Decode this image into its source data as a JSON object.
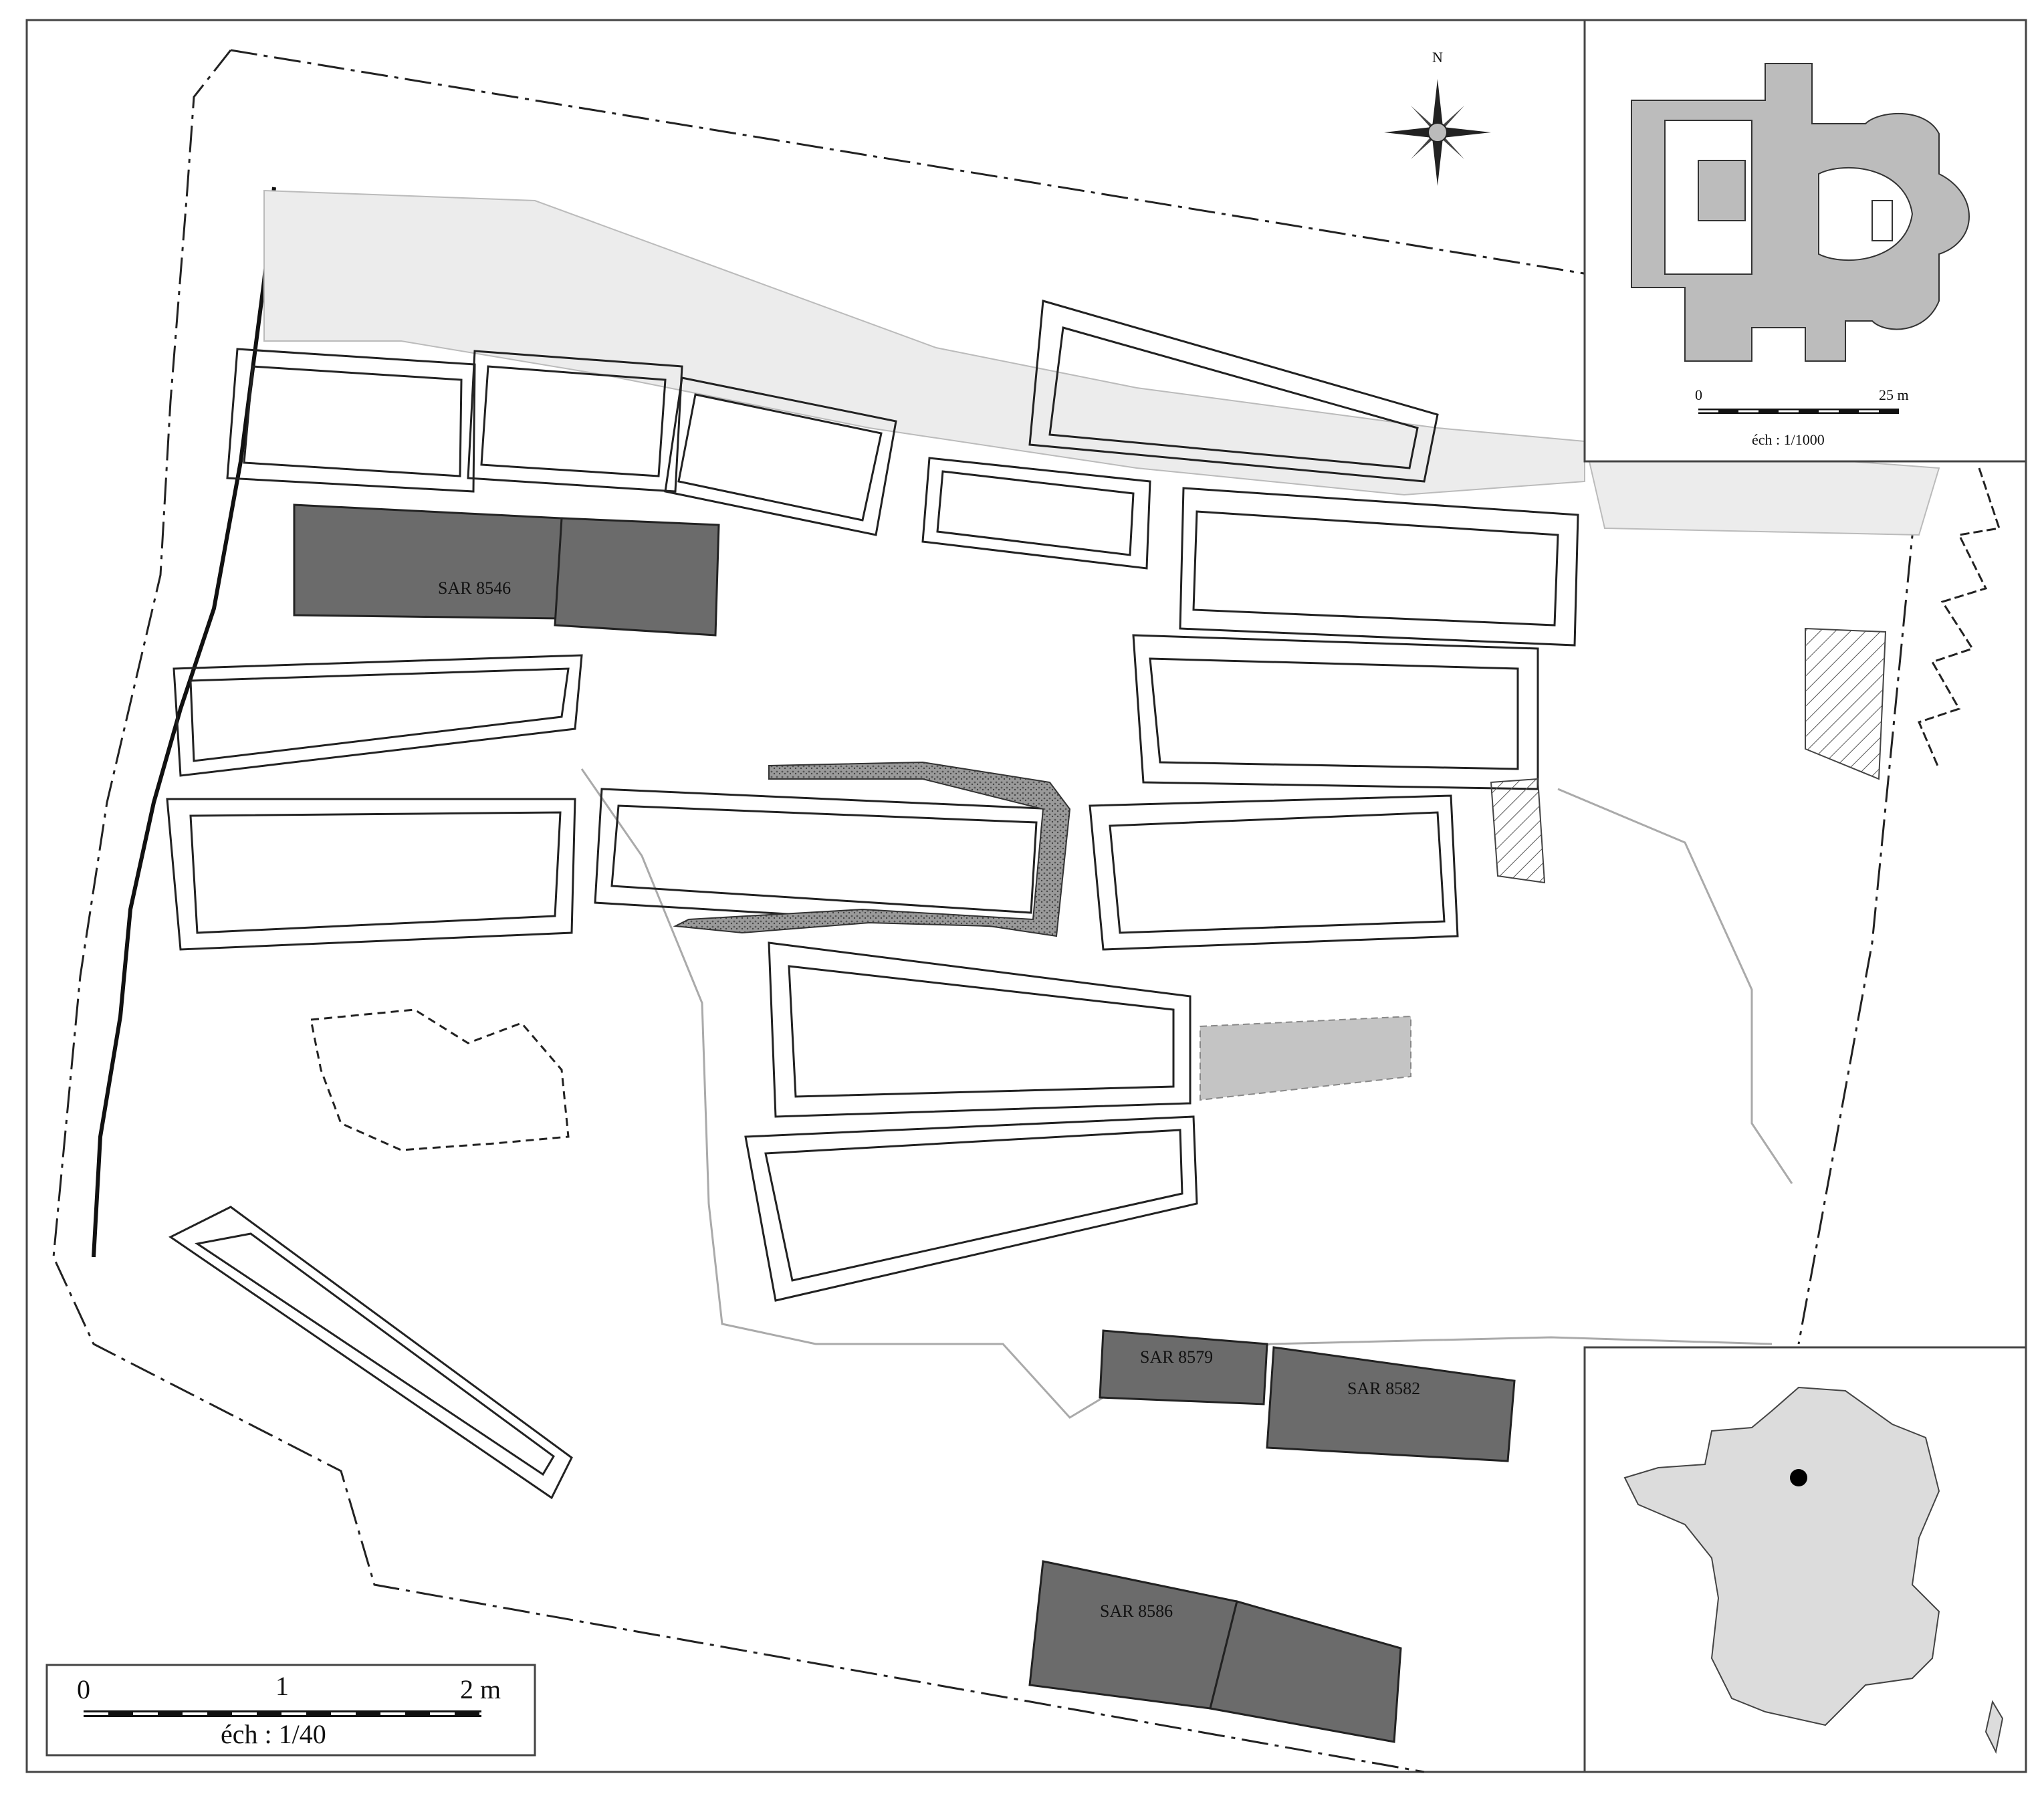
{
  "north": {
    "label": "N"
  },
  "scale_main": {
    "ticks": [
      "0",
      "1",
      "2 m"
    ],
    "ratio": "éch : 1/40"
  },
  "scale_inset": {
    "ticks": [
      "0",
      "25 m"
    ],
    "ratio": "éch : 1/1000"
  },
  "sarcophagi_labels": [
    "SAR 8546",
    "SAR 8579",
    "SAR 8582",
    "SAR 8586"
  ],
  "colors": {
    "highlight_fill": "#6b6b6b",
    "light_fill": "#c4c4c4",
    "map_fill": "#dcdcdc",
    "ink": "#222222"
  }
}
